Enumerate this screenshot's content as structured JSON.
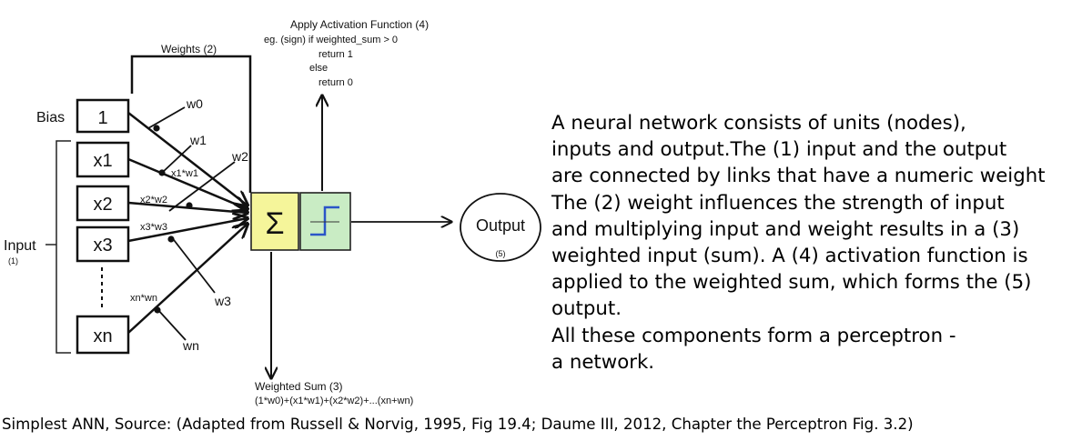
{
  "diagram": {
    "nodes": {
      "bias": "1",
      "x1": "x1",
      "x2": "x2",
      "x3": "x3",
      "xn": "xn",
      "sum": "Σ",
      "output": "Output"
    },
    "labels": {
      "bias": "Bias",
      "weights": "Weights (2)",
      "input": "Input",
      "input_num": "(1)",
      "w0": "w0",
      "w1": "w1",
      "w2": "w2",
      "w3": "w3",
      "wn": "wn",
      "x1w1": "x1*w1",
      "x2w2": "x2*w2",
      "x3w3": "x3*w3",
      "xnwn": "xn*wn",
      "output_num": "(5)",
      "activation_title": "Apply Activation Function (4)",
      "activation_line1": "eg. (sign) if weighted_sum > 0",
      "activation_line2": "return 1",
      "activation_line3": "else",
      "activation_line4": "return 0",
      "weighted_sum_title": "Weighted Sum (3)",
      "weighted_sum_formula": "(1*w0)+(x1*w1)+(x2*w2)+...(xn+wn)"
    }
  },
  "description": [
    "A neural network consists of units (nodes),",
    "inputs and output.The (1) input and the output",
    "are connected by links that have a numeric weight",
    "The (2) weight influences the strength of input",
    "and multiplying input and weight results in a (3)",
    "weighted input (sum). A (4) activation function is",
    " applied to the weighted sum, which forms the (5)",
    "output.",
    "All these components form a perceptron -",
    "a network."
  ],
  "caption": "Simplest ANN, Source: (Adapted from Russell & Norvig, 1995, Fig 19.4; Daume III, 2012, Chapter the Perceptron Fig. 3.2)",
  "colors": {
    "sum_fill": "#f5f59a",
    "activation_fill": "#c9ecc4",
    "step_stroke": "#2b55c8"
  }
}
